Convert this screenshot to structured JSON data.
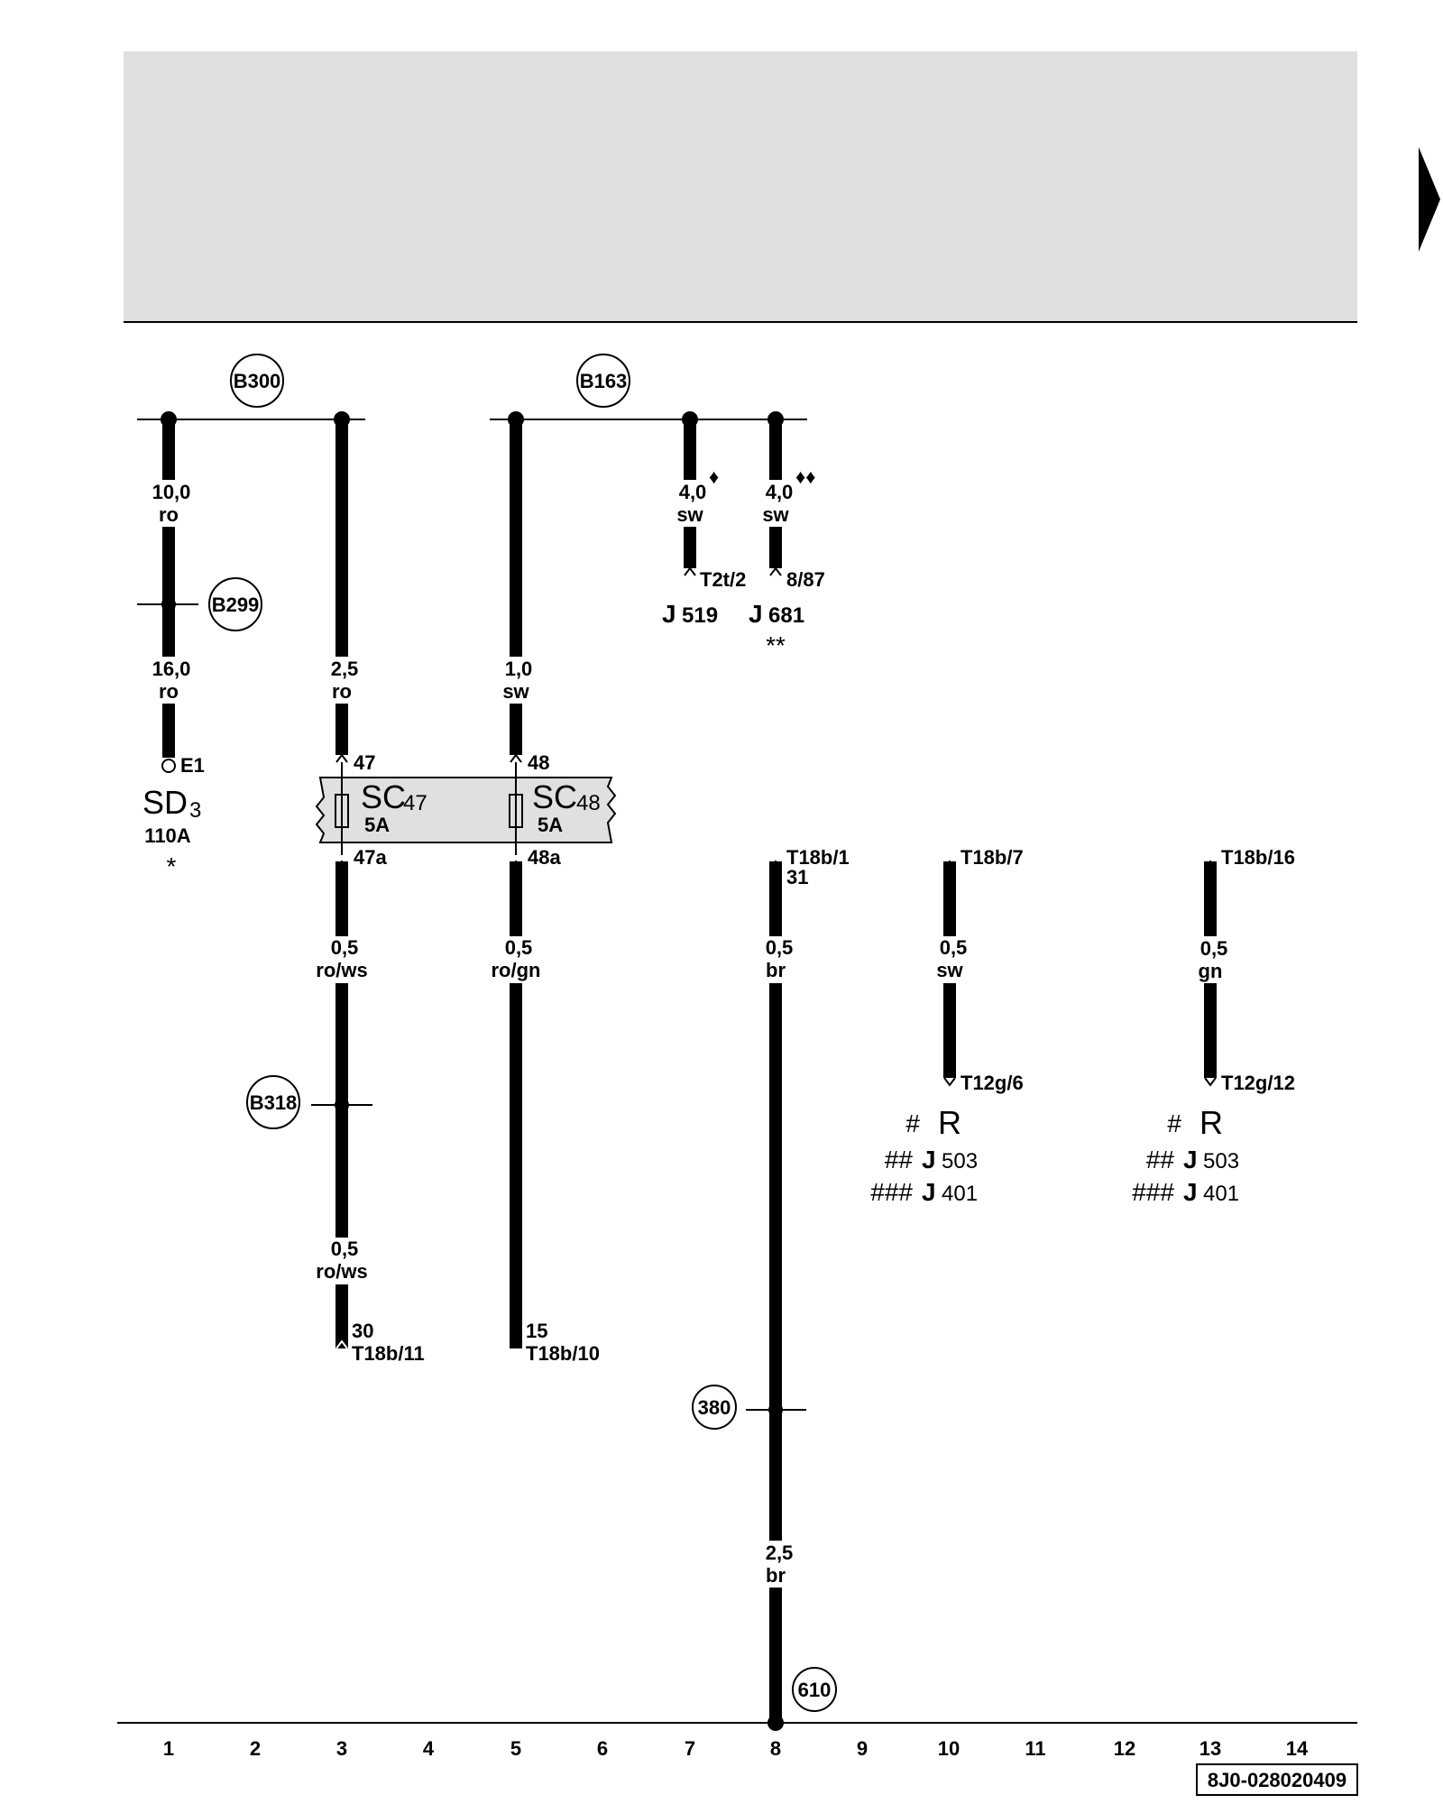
{
  "page_title": "",
  "nav": {
    "next_icon": "triangle-right-icon"
  },
  "ground_points": {
    "b300": "B300",
    "b163": "B163",
    "b299": "B299",
    "b318": "B318",
    "g380": "380",
    "g610": "610"
  },
  "wires": {
    "w1_top": {
      "size": "10,0",
      "color": "ro"
    },
    "w1_bot": {
      "size": "16,0",
      "color": "ro"
    },
    "w3_top": {
      "size": "2,5",
      "color": "ro"
    },
    "w3_mid": {
      "size": "0,5",
      "color": "ro/ws"
    },
    "w3_bot": {
      "size": "0,5",
      "color": "ro/ws"
    },
    "w5_top": {
      "size": "1,0",
      "color": "sw"
    },
    "w5_bot": {
      "size": "0,5",
      "color": "ro/gn"
    },
    "w7": {
      "size": "4,0",
      "color": "sw"
    },
    "w8_left": {
      "size": "4,0",
      "color": "sw"
    },
    "w8_top": {
      "size": "0,5",
      "color": "br"
    },
    "w8_bot": {
      "size": "2,5",
      "color": "br"
    },
    "w10": {
      "size": "0,5",
      "color": "sw"
    },
    "w13": {
      "size": "0,5",
      "color": "gn"
    }
  },
  "markers": {
    "diamond1": "♦",
    "diamond2": "♦♦"
  },
  "terminals": {
    "e1": "E1",
    "t2t2": "T2t/2",
    "p887": "8/87",
    "p47": "47",
    "p47a": "47a",
    "p48": "48",
    "p48a": "48a",
    "t18b1": "T18b/1",
    "p31": "31",
    "t18b7": "T18b/7",
    "t18b16": "T18b/16",
    "t12g6": "T12g/6",
    "t12g12": "T12g/12",
    "p30": "30",
    "t18b11": "T18b/11",
    "p15": "15",
    "t18b10": "T18b/10"
  },
  "components": {
    "sd": {
      "name": "SD",
      "index": "3",
      "rating": "110A",
      "note": "*"
    },
    "sc47": {
      "name": "SC",
      "index": "47",
      "rating": "5A"
    },
    "sc48": {
      "name": "SC",
      "index": "48",
      "rating": "5A"
    },
    "j519": {
      "name": "J",
      "index": "519"
    },
    "j681": {
      "name": "J",
      "index": "681",
      "note": "**"
    },
    "group_a": {
      "r_mark": "#",
      "r_name": "R",
      "j503_mark": "##",
      "j503_name": "J",
      "j503_index": "503",
      "j401_mark": "###",
      "j401_name": "J",
      "j401_index": "401"
    },
    "group_b": {
      "r_mark": "#",
      "r_name": "R",
      "j503_mark": "##",
      "j503_name": "J",
      "j503_index": "503",
      "j401_mark": "###",
      "j401_name": "J",
      "j401_index": "401"
    }
  },
  "columns": [
    "1",
    "2",
    "3",
    "4",
    "5",
    "6",
    "7",
    "8",
    "9",
    "10",
    "11",
    "12",
    "13",
    "14"
  ],
  "doc_number": "8J0-028020409",
  "colors": {
    "header_band": "#e0e0e0",
    "fuse_box": "#e0e0e0",
    "ink": "#000000"
  }
}
